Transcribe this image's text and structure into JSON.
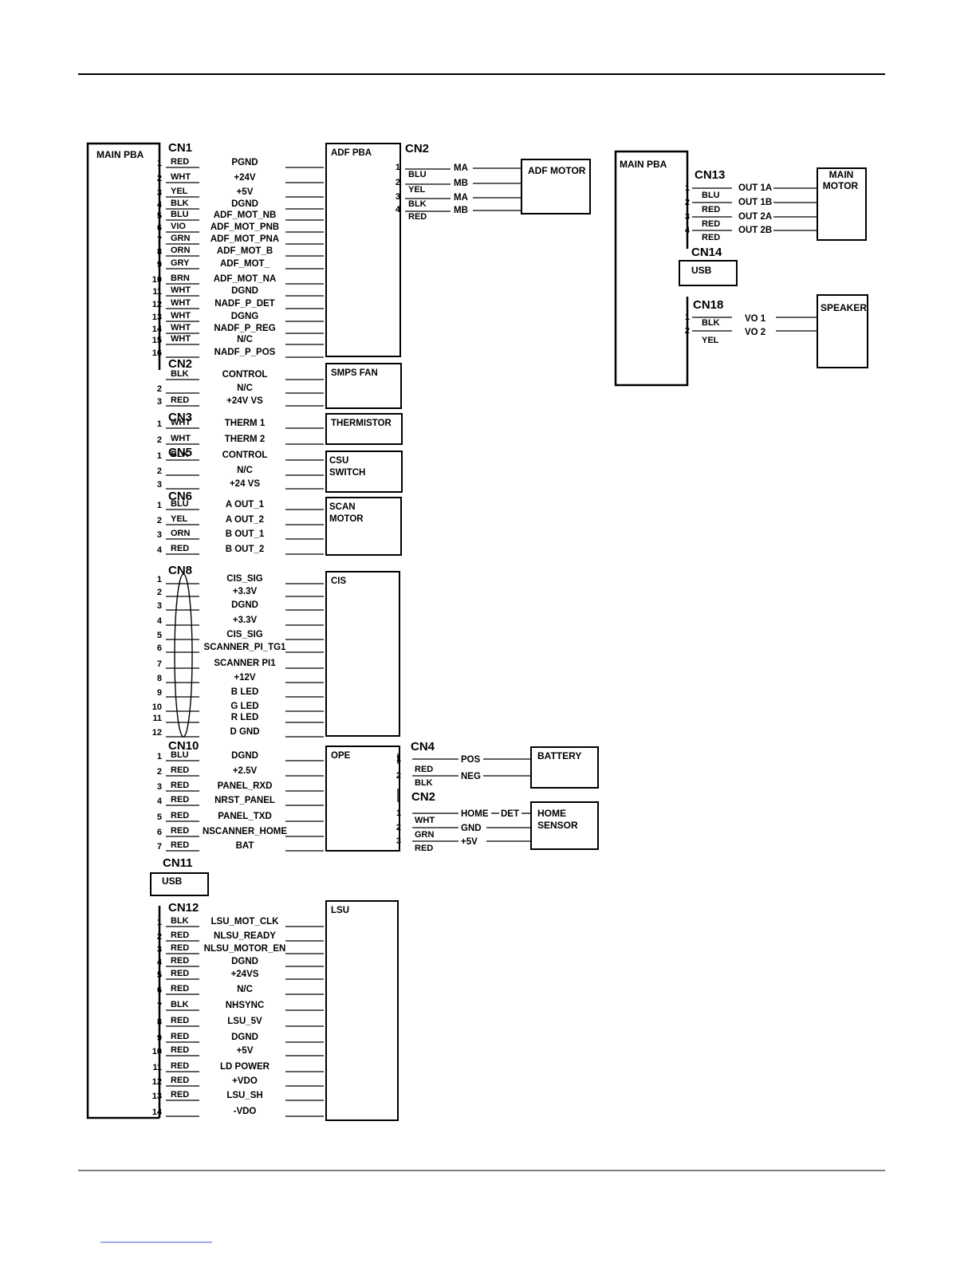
{
  "left": {
    "title": "MAIN PBA",
    "groups": [
      {
        "cn": "CN1",
        "pins": [
          {
            "n": "1",
            "w": "RED",
            "s": "PGND"
          },
          {
            "n": "2",
            "w": "WHT",
            "s": "+24V"
          },
          {
            "n": "3",
            "w": "YEL",
            "s": "+5V"
          },
          {
            "n": "4",
            "w": "BLK",
            "s": "DGND"
          },
          {
            "n": "5",
            "w": "BLU",
            "s": "ADF_MOT_NB"
          },
          {
            "n": "6",
            "w": "VIO",
            "s": "ADF_MOT_PNB"
          },
          {
            "n": "7",
            "w": "GRN",
            "s": "ADF_MOT_PNA"
          },
          {
            "n": "8",
            "w": "ORN",
            "s": "ADF_MOT_B"
          },
          {
            "n": "9",
            "w": "GRY",
            "s": "ADF_MOT_"
          },
          {
            "n": "10",
            "w": "BRN",
            "s": "ADF_MOT_NA"
          },
          {
            "n": "11",
            "w": "WHT",
            "s": "DGND"
          },
          {
            "n": "12",
            "w": "WHT",
            "s": "NADF_P_DET"
          },
          {
            "n": "13",
            "w": "WHT",
            "s": "DGNG"
          },
          {
            "n": "14",
            "w": "WHT",
            "s": "NADF_P_REG"
          },
          {
            "n": "15",
            "w": "WHT",
            "s": "N/C"
          },
          {
            "n": "16",
            "w": "",
            "s": "NADF_P_POS"
          }
        ],
        "target": "ADF PBA"
      },
      {
        "cn": "CN2",
        "pins": [
          {
            "n": "",
            "w": "BLK",
            "s": "CONTROL"
          },
          {
            "n": "2",
            "w": "",
            "s": "N/C"
          },
          {
            "n": "3",
            "w": "RED",
            "s": "+24V VS"
          }
        ],
        "target": "SMPS FAN"
      },
      {
        "cn": "CN3",
        "pins": [
          {
            "n": "1",
            "w": "WHT",
            "s": "THERM 1"
          },
          {
            "n": "2",
            "w": "WHT",
            "s": "THERM 2"
          }
        ],
        "target": "THERMISTOR"
      },
      {
        "cn": "CN5",
        "pins": [
          {
            "n": "1",
            "w": "BLK",
            "s": "CONTROL"
          },
          {
            "n": "2",
            "w": "",
            "s": "N/C"
          },
          {
            "n": "3",
            "w": "",
            "s": "+24 VS"
          }
        ],
        "target": "CSU SWITCH"
      },
      {
        "cn": "CN6",
        "pins": [
          {
            "n": "1",
            "w": "BLU",
            "s": "A OUT_1"
          },
          {
            "n": "2",
            "w": "YEL",
            "s": "A OUT_2"
          },
          {
            "n": "3",
            "w": "ORN",
            "s": "B OUT_1"
          },
          {
            "n": "4",
            "w": "RED",
            "s": "B OUT_2"
          }
        ],
        "target": "SCAN MOTOR"
      },
      {
        "cn": "CN8",
        "pins": [
          {
            "n": "1",
            "w": "",
            "s": "CIS_SIG"
          },
          {
            "n": "2",
            "w": "",
            "s": "+3.3V"
          },
          {
            "n": "3",
            "w": "",
            "s": "DGND"
          },
          {
            "n": "4",
            "w": "",
            "s": "+3.3V"
          },
          {
            "n": "5",
            "w": "",
            "s": "CIS_SIG"
          },
          {
            "n": "6",
            "w": "",
            "s": "SCANNER_PI_TG1"
          },
          {
            "n": "7",
            "w": "",
            "s": "SCANNER PI1"
          },
          {
            "n": "8",
            "w": "",
            "s": "+12V"
          },
          {
            "n": "9",
            "w": "",
            "s": "B LED"
          },
          {
            "n": "10",
            "w": "",
            "s": "G LED"
          },
          {
            "n": "11",
            "w": "",
            "s": "R LED"
          },
          {
            "n": "12",
            "w": "",
            "s": "D GND"
          }
        ],
        "target": "CIS"
      },
      {
        "cn": "CN10",
        "pins": [
          {
            "n": "1",
            "w": "BLU",
            "s": "DGND"
          },
          {
            "n": "2",
            "w": "RED",
            "s": "+2.5V"
          },
          {
            "n": "3",
            "w": "RED",
            "s": "PANEL_RXD"
          },
          {
            "n": "4",
            "w": "RED",
            "s": "NRST_PANEL"
          },
          {
            "n": "5",
            "w": "RED",
            "s": "PANEL_TXD"
          },
          {
            "n": "6",
            "w": "RED",
            "s": "NSCANNER_HOME"
          },
          {
            "n": "7",
            "w": "RED",
            "s": "BAT"
          }
        ],
        "target": "OPE"
      },
      {
        "cn": "CN11",
        "pins": [],
        "target": "USB"
      },
      {
        "cn": "CN12",
        "pins": [
          {
            "n": "1",
            "w": "BLK",
            "s": "LSU_MOT_CLK"
          },
          {
            "n": "2",
            "w": "RED",
            "s": "NLSU_READY"
          },
          {
            "n": "3",
            "w": "RED",
            "s": "NLSU_MOTOR_EN"
          },
          {
            "n": "4",
            "w": "RED",
            "s": "DGND"
          },
          {
            "n": "5",
            "w": "RED",
            "s": "+24VS"
          },
          {
            "n": "6",
            "w": "RED",
            "s": "N/C"
          },
          {
            "n": "7",
            "w": "BLK",
            "s": "NHSYNC"
          },
          {
            "n": "8",
            "w": "RED",
            "s": "LSU_5V"
          },
          {
            "n": "9",
            "w": "RED",
            "s": "DGND"
          },
          {
            "n": "10",
            "w": "RED",
            "s": "+5V"
          },
          {
            "n": "11",
            "w": "RED",
            "s": "LD POWER"
          },
          {
            "n": "12",
            "w": "RED",
            "s": "+VDO"
          },
          {
            "n": "13",
            "w": "RED",
            "s": "LSU_SH"
          },
          {
            "n": "14",
            "w": "",
            "s": "-VDO"
          }
        ],
        "target": "LSU"
      }
    ]
  },
  "adf_pba_out": {
    "cn": "CN2",
    "pins": [
      {
        "n": "1",
        "w": "BLU",
        "s": "MA"
      },
      {
        "n": "2",
        "w": "YEL",
        "s": "MB"
      },
      {
        "n": "3",
        "w": "BLK",
        "s": "MA"
      },
      {
        "n": "4",
        "w": "RED",
        "s": "MB"
      }
    ],
    "target": "ADF MOTOR"
  },
  "ope_out": [
    {
      "cn": "CN4",
      "pins": [
        {
          "n": "1",
          "w": "RED",
          "s": "POS"
        },
        {
          "n": "2",
          "w": "BLK",
          "s": "NEG"
        }
      ],
      "target": "BATTERY"
    },
    {
      "cn": "CN2",
      "pins": [
        {
          "n": "1",
          "w": "WHT",
          "s": "HOME",
          "s2": "DET"
        },
        {
          "n": "2",
          "w": "GRN",
          "s": "GND"
        },
        {
          "n": "3",
          "w": "RED",
          "s": "+5V"
        }
      ],
      "target": "HOME SENSOR"
    }
  ],
  "right": {
    "title": "MAIN PBA",
    "groups": [
      {
        "cn": "CN13",
        "pins": [
          {
            "n": "1",
            "w": "BLU",
            "s": "OUT 1A"
          },
          {
            "n": "2",
            "w": "RED",
            "s": "OUT 1B"
          },
          {
            "n": "3",
            "w": "RED",
            "s": "OUT 2A"
          },
          {
            "n": "4",
            "w": "RED",
            "s": "OUT 2B"
          }
        ],
        "target": "MAIN MOTOR"
      },
      {
        "cn": "CN14",
        "pins": [],
        "target": "USB"
      },
      {
        "cn": "CN18",
        "pins": [
          {
            "n": "1",
            "w": "BLK",
            "s": "VO 1"
          },
          {
            "n": "2",
            "w": "YEL",
            "s": "VO 2"
          }
        ],
        "target": "SPEAKER"
      }
    ]
  }
}
